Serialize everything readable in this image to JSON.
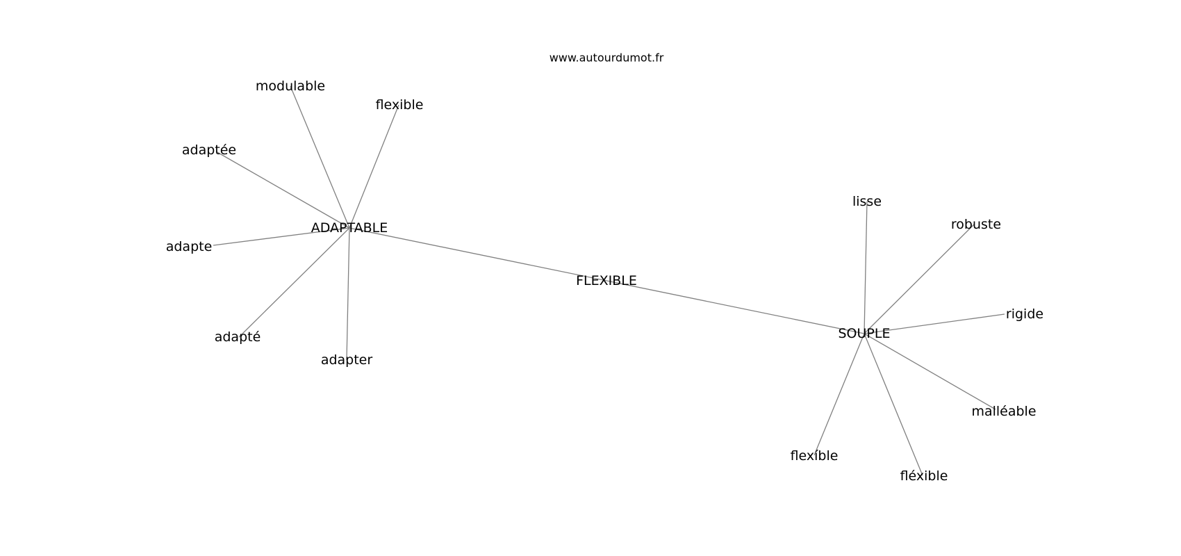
{
  "source": "www.autourdumot.fr",
  "graph": {
    "center": "FLEXIBLE",
    "hubs": [
      {
        "id": "adaptable",
        "label": "ADAPTABLE",
        "leaves": [
          "modulable",
          "flexible",
          "adaptée",
          "adapte",
          "adapté",
          "adapter"
        ]
      },
      {
        "id": "souple",
        "label": "SOUPLE",
        "leaves": [
          "lisse",
          "robuste",
          "rigide",
          "malléable",
          "fléxible",
          "flexíble"
        ]
      }
    ]
  }
}
